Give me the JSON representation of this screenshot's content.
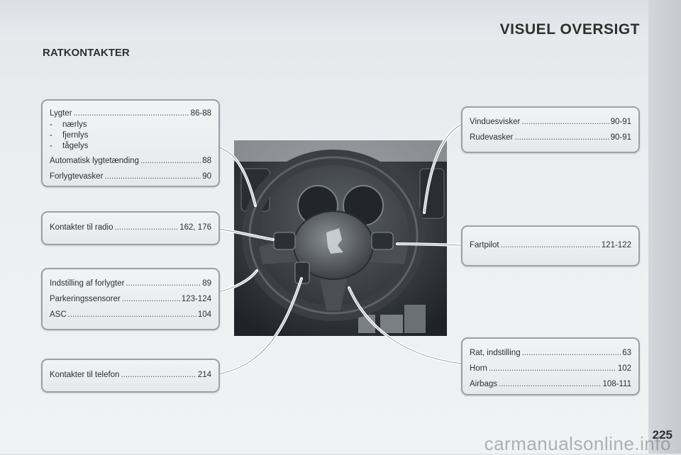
{
  "header": {
    "title": "VISUEL OVERSIGT",
    "section": "RATKONTAKTER"
  },
  "page_number": "225",
  "watermark": "carmanualsonline.info",
  "boxes": {
    "lights": {
      "rows": [
        {
          "label": "Lygter",
          "page": "86-88"
        },
        {
          "label": "Automatisk lygtetænding",
          "page": "88"
        },
        {
          "label": "Forlygtevasker",
          "page": "90"
        }
      ],
      "subitems": [
        "nærlys",
        "fjernlys",
        "tågelys"
      ],
      "dash": "-"
    },
    "radio": {
      "rows": [
        {
          "label": "Kontakter til radio",
          "page": "162, 176"
        }
      ]
    },
    "adjust": {
      "rows": [
        {
          "label": "Indstilling af forlygter",
          "page": "89"
        },
        {
          "label": "Parkeringssensorer",
          "page": "123-124"
        },
        {
          "label": "ASC",
          "page": "104"
        }
      ]
    },
    "phone": {
      "rows": [
        {
          "label": "Kontakter til telefon",
          "page": "214"
        }
      ]
    },
    "wipers": {
      "rows": [
        {
          "label": "Vinduesvisker",
          "page": "90-91"
        },
        {
          "label": "Rudevasker",
          "page": "90-91"
        }
      ]
    },
    "cruise": {
      "rows": [
        {
          "label": "Fartpilot",
          "page": "121-122"
        }
      ]
    },
    "steering": {
      "rows": [
        {
          "label": "Rat, indstilling",
          "page": "63"
        },
        {
          "label": "Horn",
          "page": "102"
        },
        {
          "label": "Airbags",
          "page": "108-111"
        }
      ]
    }
  }
}
